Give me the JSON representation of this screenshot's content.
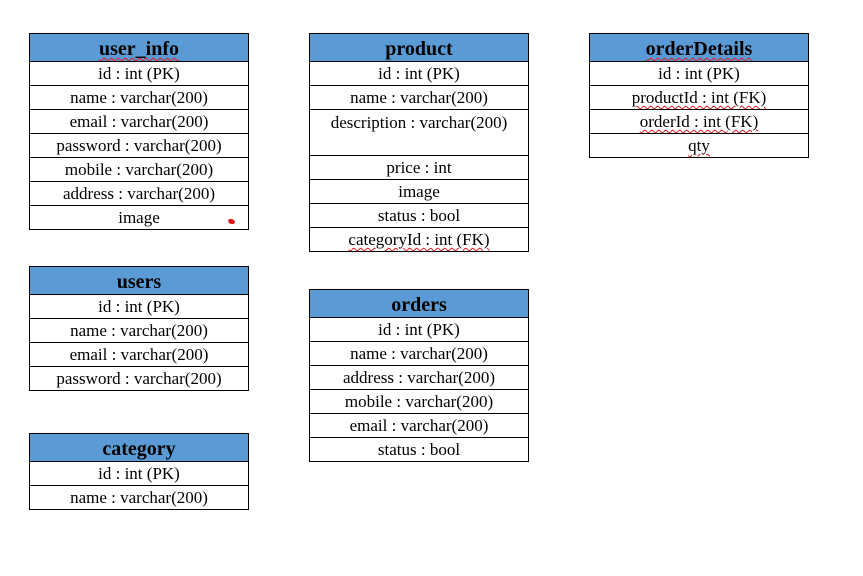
{
  "tables": {
    "user_info": {
      "title": "user_info",
      "rows": [
        "id : int (PK)",
        "name : varchar(200)",
        "email : varchar(200)",
        "password : varchar(200)",
        "mobile : varchar(200)",
        "address : varchar(200)",
        "image"
      ]
    },
    "users": {
      "title": "users",
      "rows": [
        "id : int (PK)",
        "name : varchar(200)",
        "email : varchar(200)",
        "password : varchar(200)"
      ]
    },
    "category": {
      "title": "category",
      "rows": [
        "id : int (PK)",
        "name : varchar(200)"
      ]
    },
    "product": {
      "title": "product",
      "rows": [
        "id : int (PK)",
        "name : varchar(200)",
        "description : varchar(200)",
        "price : int",
        "image",
        "status : bool",
        "categoryId : int (FK)"
      ]
    },
    "orders": {
      "title": "orders",
      "rows": [
        "id : int (PK)",
        "name : varchar(200)",
        "address : varchar(200)",
        "mobile : varchar(200)",
        "email : varchar(200)",
        "status : bool"
      ]
    },
    "orderDetails": {
      "title": "orderDetails",
      "rows": [
        "id : int (PK)",
        "productId : int (FK)",
        "orderId : int (FK)",
        "qty"
      ]
    }
  },
  "colors": {
    "header_fill": "#5b9bd5",
    "border": "#000000",
    "spellcheck_underline": "#e0191c"
  }
}
